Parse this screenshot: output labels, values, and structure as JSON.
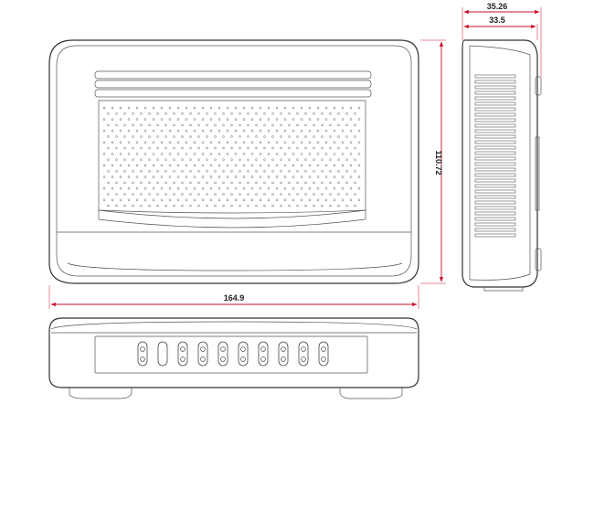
{
  "dimensions": {
    "width": "164.9",
    "height": "110.72",
    "depth_overall": "35.26",
    "depth_body": "33.5"
  },
  "colors": {
    "dimension_line": "#c8102e",
    "outline": "#333333"
  },
  "views": [
    "top-view",
    "front-view",
    "side-view"
  ]
}
